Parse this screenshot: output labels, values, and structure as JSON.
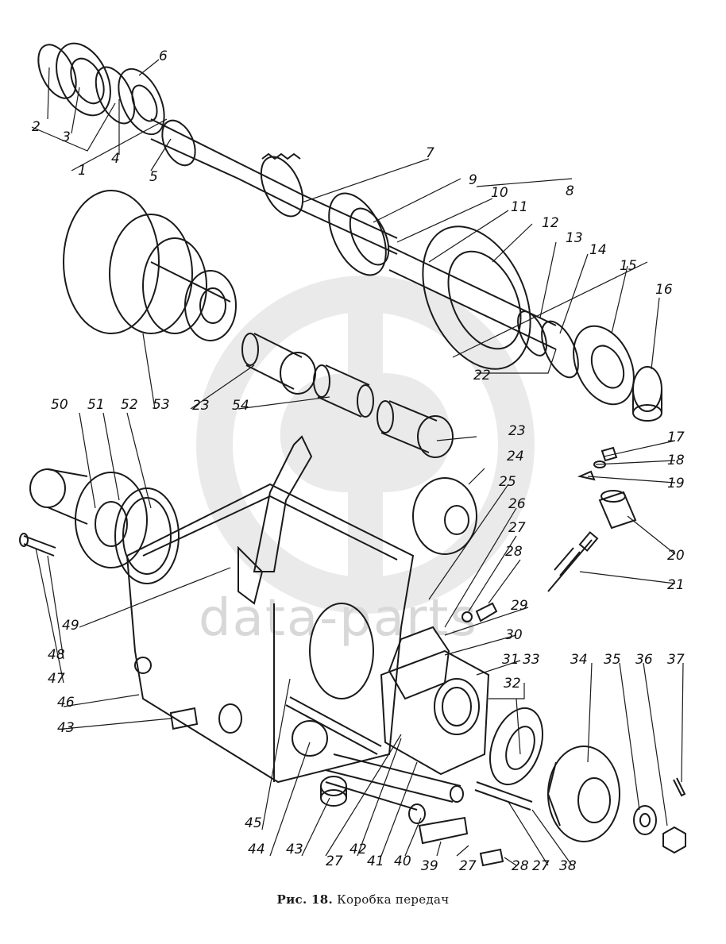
{
  "figure": {
    "caption_prefix": "Рис. 18.",
    "caption_text": "Коробка передач"
  },
  "watermark": {
    "text": "data-parts"
  },
  "callouts": [
    "1",
    "2",
    "3",
    "4",
    "5",
    "6",
    "7",
    "8",
    "9",
    "10",
    "11",
    "12",
    "13",
    "14",
    "15",
    "16",
    "17",
    "18",
    "19",
    "20",
    "21",
    "22",
    "23",
    "24",
    "25",
    "26",
    "27",
    "28",
    "29",
    "30",
    "31",
    "32",
    "33",
    "34",
    "35",
    "36",
    "37",
    "38",
    "39",
    "40",
    "41",
    "42",
    "43",
    "44",
    "45",
    "46",
    "47",
    "48",
    "49",
    "50",
    "51",
    "52",
    "53",
    "54"
  ],
  "colors": {
    "ink": "#1a1a1a",
    "watermark": "#d8d8d8",
    "background": "#ffffff"
  }
}
